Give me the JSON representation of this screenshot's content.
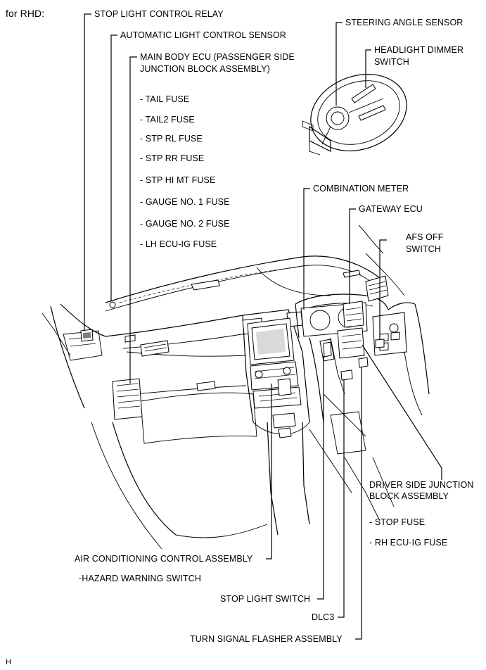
{
  "diagram": {
    "variant": "for RHD:",
    "footer_code": "H",
    "labels": {
      "stop_light_control_relay": "STOP LIGHT CONTROL RELAY",
      "automatic_light_control_sensor": "AUTOMATIC LIGHT CONTROL SENSOR",
      "main_body_ecu_line1": "MAIN BODY ECU (PASSENGER SIDE",
      "main_body_ecu_line2": "JUNCTION BLOCK ASSEMBLY)",
      "main_body_fuses": [
        "- TAIL FUSE",
        "- TAIL2 FUSE",
        "- STP RL FUSE",
        "- STP RR FUSE",
        "- STP HI MT FUSE",
        "- GAUGE NO. 1 FUSE",
        "- GAUGE NO. 2 FUSE",
        "- LH ECU-IG FUSE"
      ],
      "steering_angle_sensor": "STEERING ANGLE SENSOR",
      "headlight_dimmer_switch_line1": "HEADLIGHT DIMMER",
      "headlight_dimmer_switch_line2": "SWITCH",
      "combination_meter": "COMBINATION METER",
      "gateway_ecu": "GATEWAY ECU",
      "afs_off_switch_line1": "AFS OFF",
      "afs_off_switch_line2": "SWITCH",
      "driver_side_jb_line1": "DRIVER SIDE JUNCTION",
      "driver_side_jb_line2": "BLOCK ASSEMBLY",
      "driver_side_fuses": [
        "- STOP FUSE",
        "- RH ECU-IG FUSE"
      ],
      "air_conditioning_control_assembly": "AIR CONDITIONING CONTROL ASSEMBLY",
      "hazard_warning_switch": "-HAZARD WARNING SWITCH",
      "stop_light_switch": "STOP LIGHT SWITCH",
      "dlc3": "DLC3",
      "turn_signal_flasher_assembly": "TURN SIGNAL FLASHER ASSEMBLY"
    }
  }
}
